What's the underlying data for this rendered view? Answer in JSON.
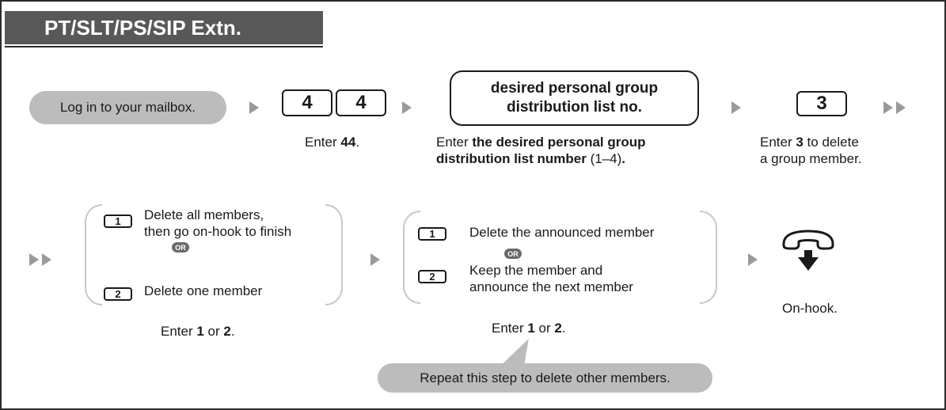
{
  "header": {
    "title": "PT/SLT/PS/SIP Extn."
  },
  "row1": {
    "login_pill": "Log in to your mailbox.",
    "key_4a": "4",
    "key_4b": "4",
    "enter44": {
      "prefix": "Enter ",
      "bold": "44",
      "suffix": "."
    },
    "list_box": {
      "line1": "desired personal group",
      "line2": "distribution list no."
    },
    "list_caption": {
      "prefix": "Enter ",
      "bold1": "the desired personal group",
      "bold2": "distribution list number",
      "suffix": " (1–4)",
      "period": "."
    },
    "key_3": "3",
    "enter3": {
      "prefix": "Enter ",
      "bold": "3",
      "suffix": " to delete",
      "line2": "a group member."
    }
  },
  "row2": {
    "group1": {
      "key1": "1",
      "opt1_line1": "Delete all members,",
      "opt1_line2": "then go on-hook to finish",
      "or": "OR",
      "key2": "2",
      "opt2": "Delete one member",
      "caption": {
        "prefix": "Enter ",
        "b1": "1",
        "mid": " or ",
        "b2": "2",
        "suffix": "."
      }
    },
    "group2": {
      "key1": "1",
      "opt1": "Delete the announced member",
      "or": "OR",
      "key2": "2",
      "opt2_line1": "Keep the member and",
      "opt2_line2": "announce the next member",
      "caption": {
        "prefix": "Enter ",
        "b1": "1",
        "mid": " or ",
        "b2": "2",
        "suffix": "."
      }
    },
    "onhook": "On-hook.",
    "repeat": "Repeat this step to delete other members."
  },
  "icons": {
    "arrow": "triangle-arrow-icon",
    "double_arrow": "double-arrow-icon",
    "handset": "handset-on-hook-icon"
  },
  "colors": {
    "header_bg": "#585858",
    "pill_bg": "#bcbcbc",
    "arrow": "#9a9a9a",
    "or_badge": "#6a6a6a"
  }
}
